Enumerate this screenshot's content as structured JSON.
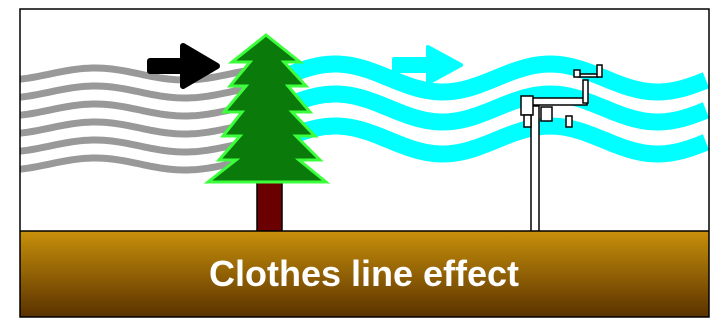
{
  "caption": "Clothes line effect",
  "colors": {
    "frame": "#000000",
    "sky": "#ffffff",
    "ground_top": "#c8900a",
    "ground_bottom": "#5a3200",
    "grey_wind": "#999999",
    "cyan_wind": "#00ffff",
    "tree_fill": "#0a7a0a",
    "tree_outline": "#3cff3c",
    "trunk": "#6b0000",
    "black_arrow": "#000000",
    "station": "#ffffff"
  },
  "icons": {
    "left_arrow": "arrow-right-black",
    "right_arrow": "arrow-right-cyan",
    "tree": "pine-tree",
    "station": "weather-station-mast"
  }
}
